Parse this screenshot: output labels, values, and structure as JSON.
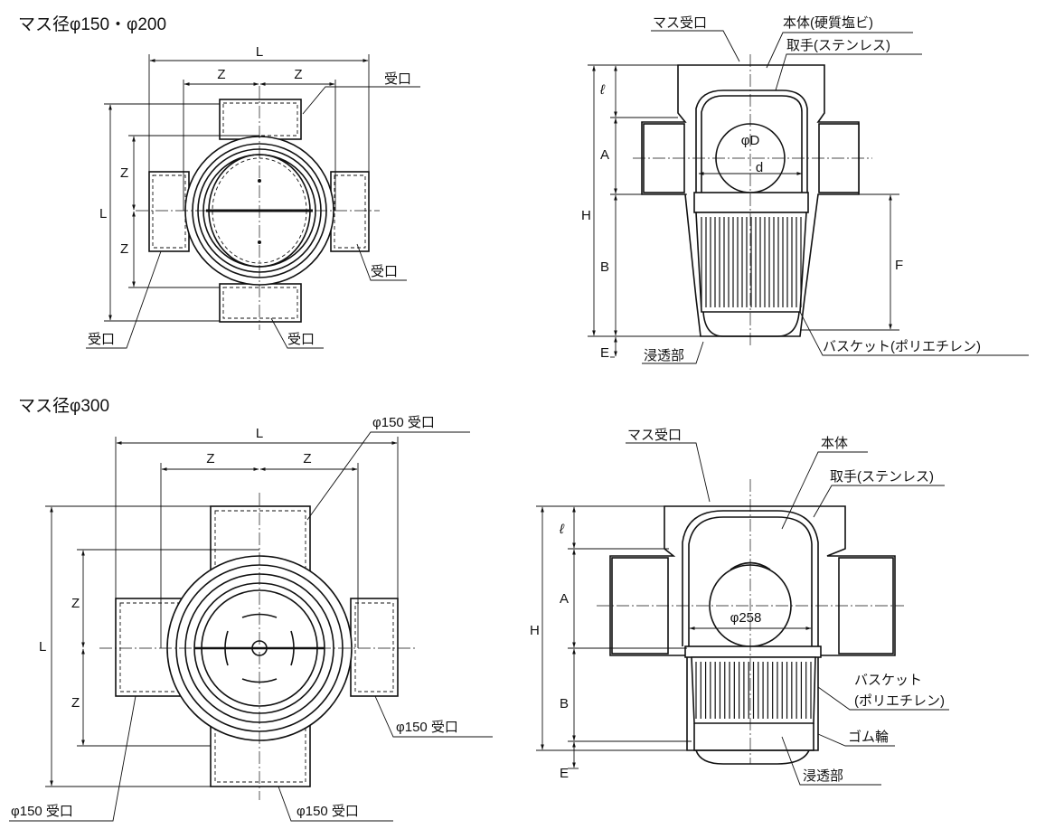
{
  "sections": {
    "small": {
      "title": "マス径φ150・φ200",
      "plan": {
        "L_top": "L",
        "Z_left": "Z",
        "Z_right": "Z",
        "L_side": "L",
        "Z_upper": "Z",
        "Z_lower": "Z",
        "inlet_top": "受口",
        "inlet_right": "受口",
        "inlet_left": "受口",
        "inlet_bottom": "受口"
      },
      "section": {
        "mass_inlet": "マス受口",
        "body": "本体(硬質塩ビ)",
        "handle": "取手(ステンレス)",
        "l": "ℓ",
        "A": "A",
        "H": "H",
        "B": "B",
        "E": "E",
        "F": "F",
        "phiD": "φD",
        "d": "d",
        "infiltration": "浸透部",
        "basket": "バスケット(ポリエチレン)"
      }
    },
    "large": {
      "title": "マス径φ300",
      "plan": {
        "L_top": "L",
        "Z_left": "Z",
        "Z_right": "Z",
        "L_side": "L",
        "Z_upper": "Z",
        "Z_lower": "Z",
        "inlet_top": "φ150 受口",
        "inlet_right": "φ150 受口",
        "inlet_left": "φ150 受口",
        "inlet_bottom": "φ150 受口"
      },
      "section": {
        "mass_inlet": "マス受口",
        "body": "本体",
        "handle": "取手(ステンレス)",
        "l": "ℓ",
        "A": "A",
        "H": "H",
        "B": "B",
        "E": "E",
        "phi258": "φ258",
        "basket_1": "バスケット",
        "basket_2": "(ポリエチレン)",
        "rubber_ring": "ゴム輪",
        "infiltration": "浸透部"
      }
    }
  }
}
